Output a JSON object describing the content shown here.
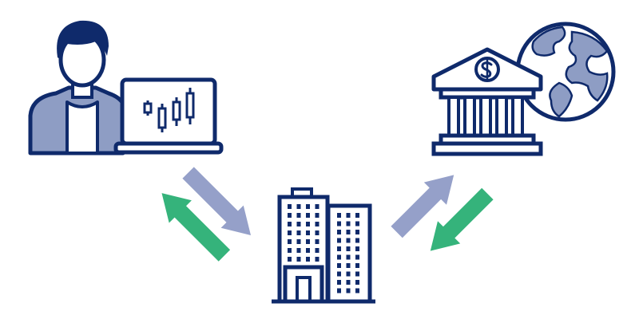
{
  "diagram": {
    "nodes": [
      {
        "id": "trader",
        "icon": "trader-with-laptop-icon"
      },
      {
        "id": "company",
        "icon": "office-buildings-icon"
      },
      {
        "id": "bank",
        "icon": "global-bank-icon"
      }
    ],
    "arrows": [
      {
        "from": "trader",
        "to": "company",
        "color_key": "flow_gray"
      },
      {
        "from": "company",
        "to": "trader",
        "color_key": "flow_green"
      },
      {
        "from": "company",
        "to": "bank",
        "color_key": "flow_gray"
      },
      {
        "from": "bank",
        "to": "company",
        "color_key": "flow_green"
      }
    ]
  },
  "colors": {
    "navy": "#0f2a6b",
    "light_fill": "#8e9dc4",
    "flow_gray": "#95a0c9",
    "flow_green": "#35b37b"
  }
}
